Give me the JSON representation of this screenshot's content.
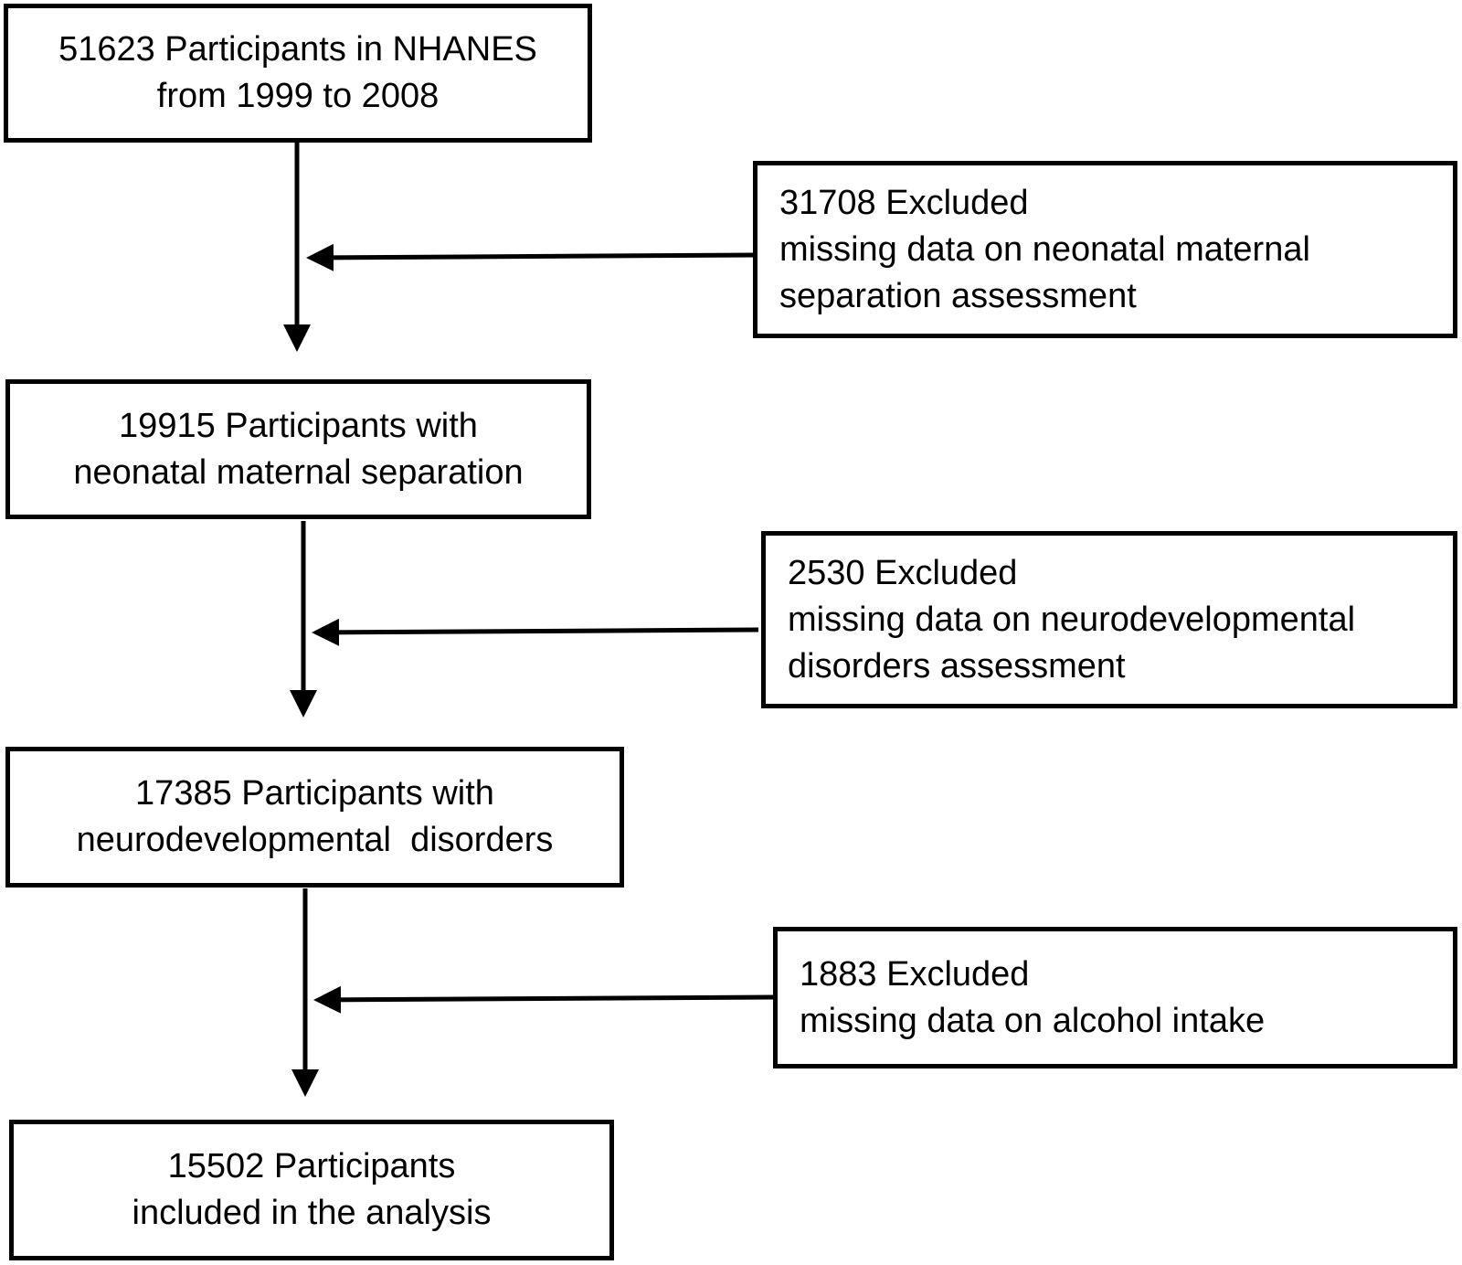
{
  "flow": {
    "steps": [
      {
        "lines": [
          "51623 Participants in NHANES",
          "from 1999 to 2008"
        ]
      },
      {
        "lines": [
          "19915 Participants with",
          "neonatal maternal separation"
        ]
      },
      {
        "lines": [
          "17385 Participants with",
          "neurodevelopmental  disorders"
        ]
      },
      {
        "lines": [
          "15502 Participants",
          "included in the analysis"
        ]
      }
    ],
    "exclusions": [
      {
        "lines": [
          "31708 Excluded",
          "missing data on neonatal maternal",
          "separation assessment"
        ]
      },
      {
        "lines": [
          "2530 Excluded",
          "missing data on neurodevelopmental",
          "disorders assessment"
        ]
      },
      {
        "lines": [
          "1883 Excluded",
          "missing data on alcohol intake"
        ]
      }
    ]
  },
  "colors": {
    "stroke": "#000000",
    "background": "#ffffff",
    "text": "#000000"
  }
}
